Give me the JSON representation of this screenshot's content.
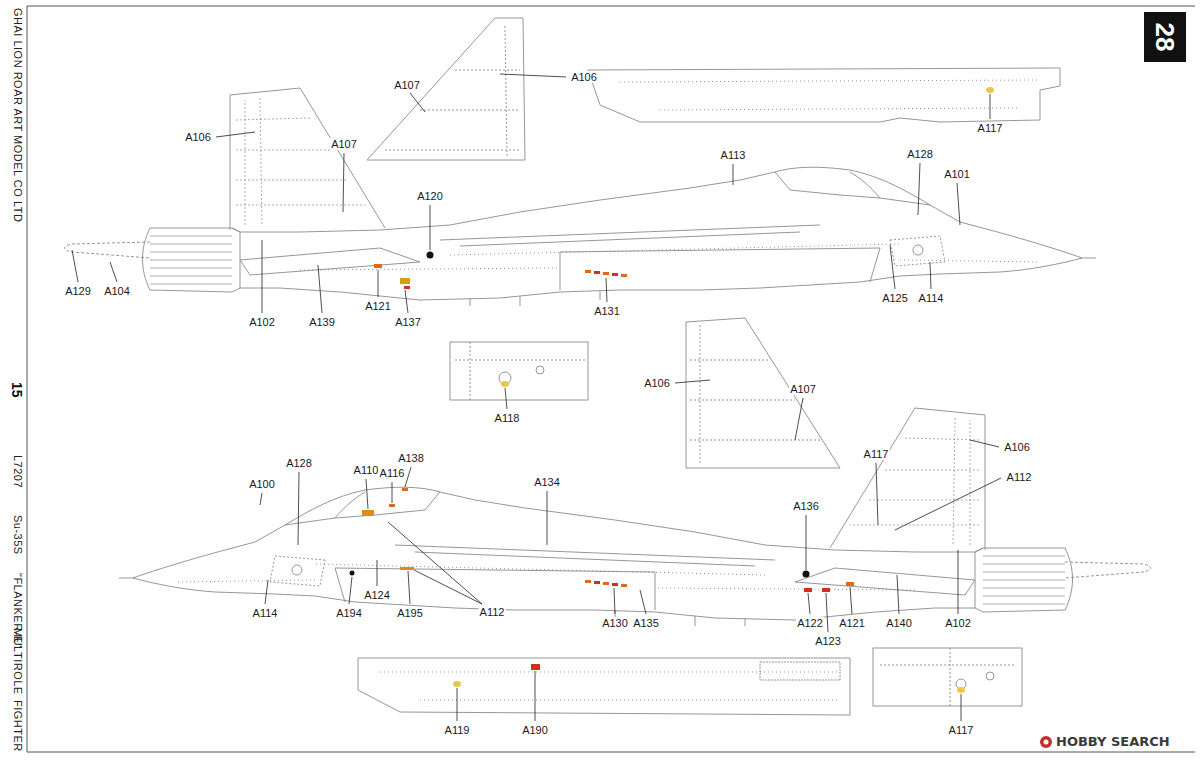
{
  "diagram": {
    "labels": [
      "28",
      "GHAI LION ROAR ART MODEL CO LTD",
      "15",
      "L7207",
      "Su-35S",
      "\"FLANKER-E\"",
      "MULTIROLE",
      "FIGHTER",
      "A107",
      "A106",
      "A106",
      "A107",
      "A113",
      "A128",
      "A101",
      "A120",
      "A129",
      "A104",
      "A102",
      "A139",
      "A121",
      "A137",
      "A131",
      "A125",
      "A114",
      "A117",
      "A118",
      "A106",
      "A107",
      "A117",
      "A106",
      "A112",
      "A110",
      "A128",
      "A116",
      "A138",
      "A134",
      "A100",
      "A136",
      "A114",
      "A194",
      "A124",
      "A195",
      "A112",
      "A130",
      "A135",
      "A122",
      "A123",
      "A121",
      "A140",
      "A102",
      "A119",
      "A190",
      "A117",
      "HOBBY SEARCH"
    ]
  }
}
